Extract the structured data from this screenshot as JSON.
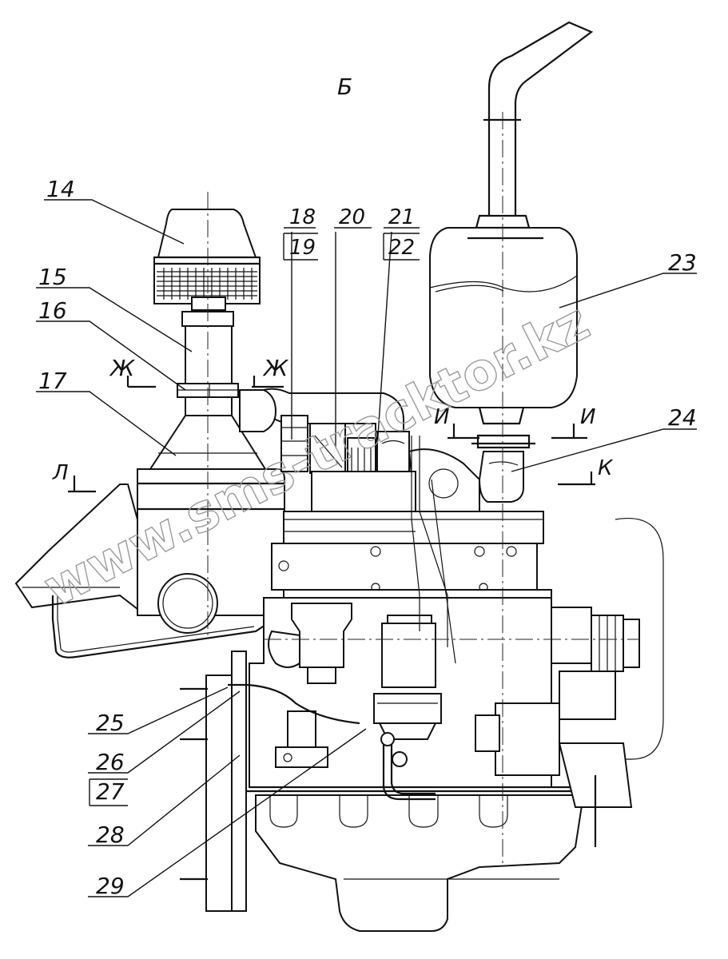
{
  "view_letter": "Б",
  "callouts": {
    "c14": "14",
    "c15": "15",
    "c16": "16",
    "c17": "17",
    "c18": "18",
    "c19": "19",
    "c20": "20",
    "c21": "21",
    "c22": "22",
    "c23": "23",
    "c24": "24",
    "c25": "25",
    "c26": "26",
    "c27": "27",
    "c28": "28",
    "c29": "29"
  },
  "section_marks": {
    "zh_left": "Ж",
    "zh_right": "Ж",
    "i_left": "И",
    "i_right": "И",
    "k": "К",
    "l": "Л"
  },
  "watermark": "www.sms-tracktor.kz"
}
